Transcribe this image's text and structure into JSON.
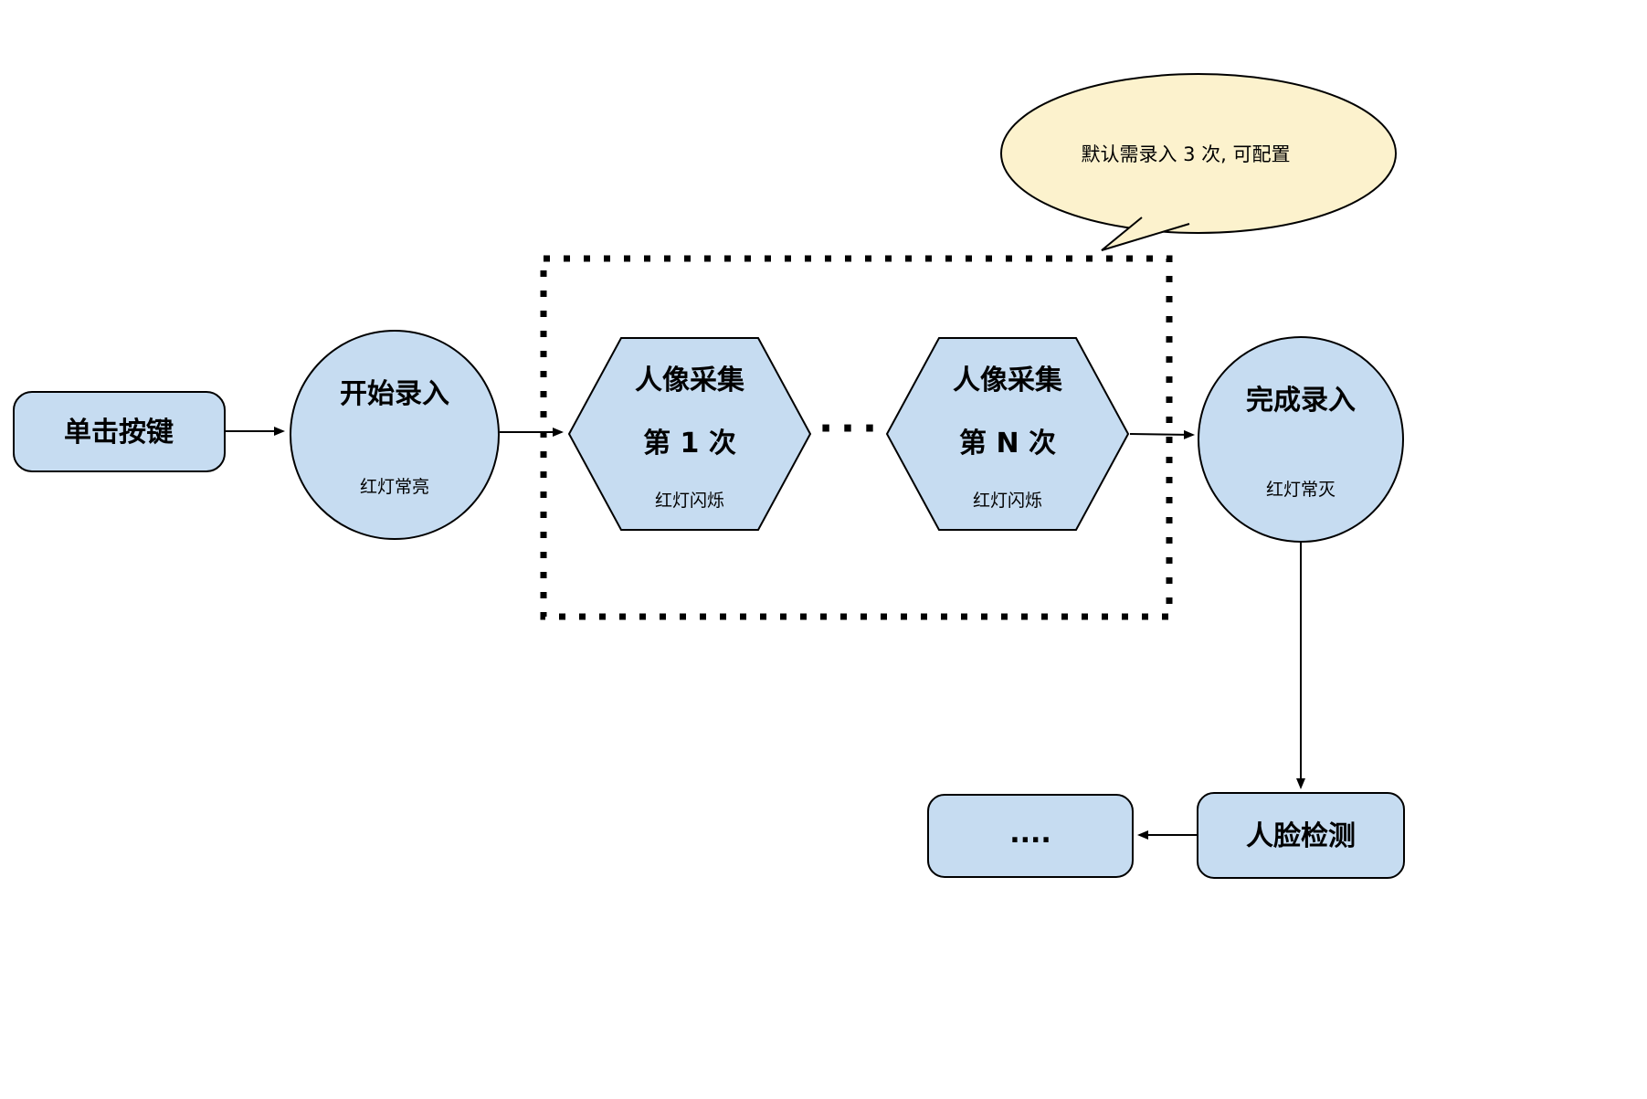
{
  "diagram": {
    "colors": {
      "node_fill": "#c6dcf1",
      "bubble_fill": "#fcf2cd",
      "stroke": "#000000"
    },
    "bubble": {
      "text": "默认需录入 3 次, 可配置"
    },
    "nodes": {
      "click_button": {
        "label": "单击按键"
      },
      "start_entry": {
        "label": "开始录入",
        "sub": "红灯常亮"
      },
      "capture_first": {
        "line1": "人像采集",
        "line2": "第 1 次",
        "sub": "红灯闪烁"
      },
      "capture_nth": {
        "line1": "人像采集",
        "line2": "第 N 次",
        "sub": "红灯闪烁"
      },
      "finish_entry": {
        "label": "完成录入",
        "sub": "红灯常灭"
      },
      "face_detection": {
        "label": "人脸检测"
      },
      "ellipsis_box": {
        "label": "...."
      }
    },
    "separator_dots": "···"
  }
}
